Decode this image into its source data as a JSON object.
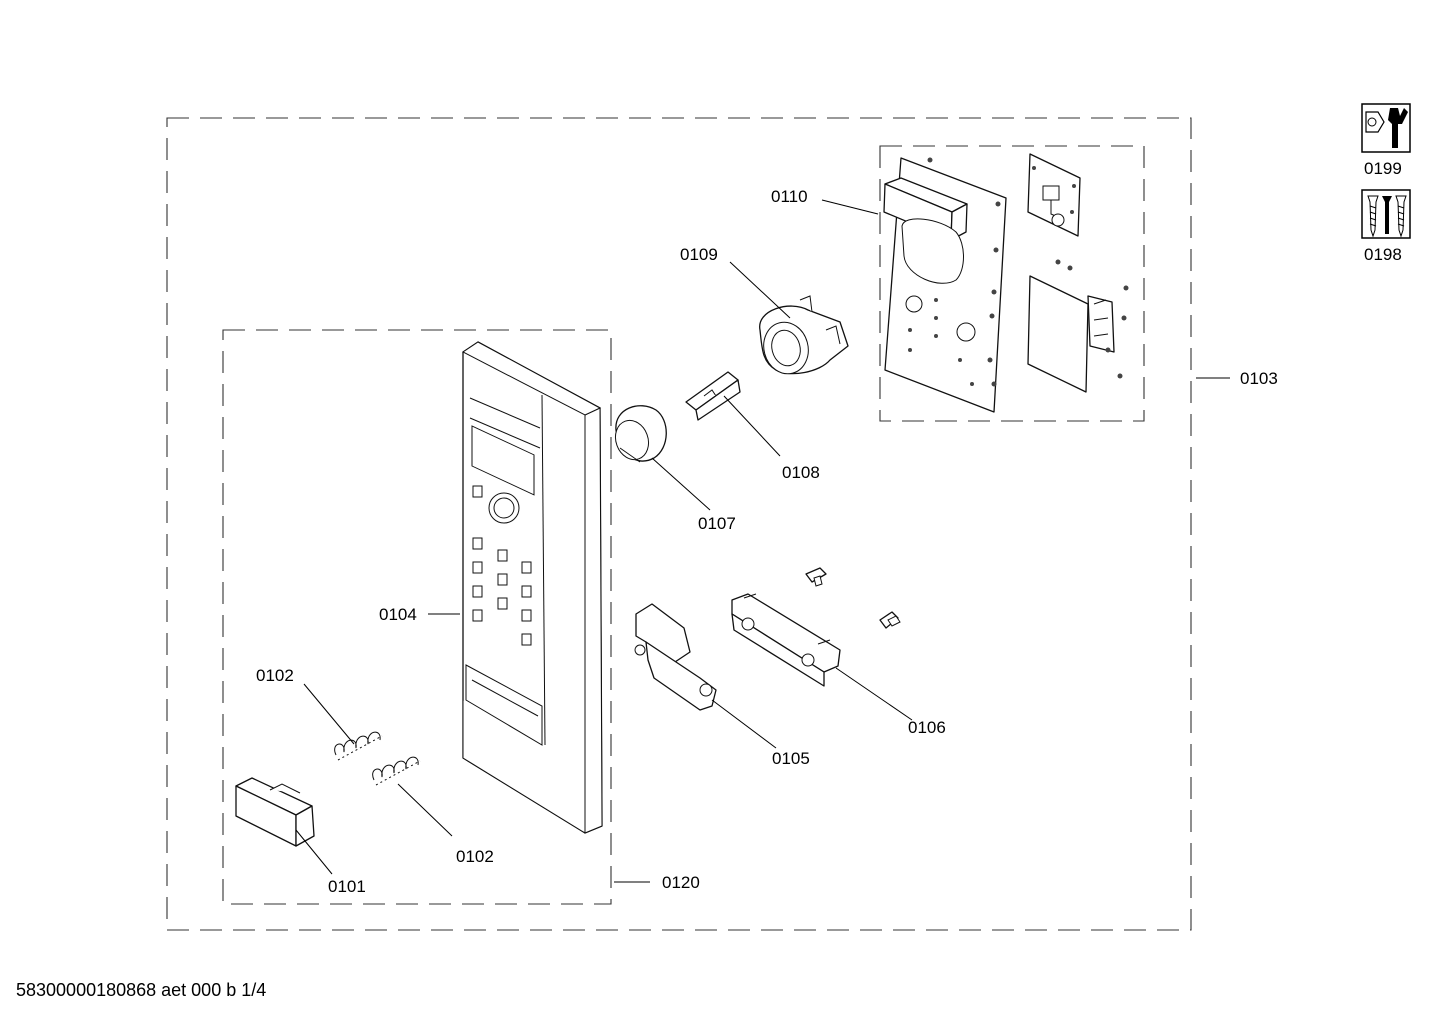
{
  "parts": {
    "p0101": "0101",
    "p0102a": "0102",
    "p0102b": "0102",
    "p0103": "0103",
    "p0104": "0104",
    "p0105": "0105",
    "p0106": "0106",
    "p0107": "0107",
    "p0108": "0108",
    "p0109": "0109",
    "p0110": "0110",
    "p0120": "0120"
  },
  "legend": {
    "tool_icon_label": "0199",
    "screws_icon_label": "0198"
  },
  "footer": {
    "document_id": "58300000180868 aet 000 b 1/4"
  },
  "icons": [
    "wrench-icon",
    "screws-icon"
  ]
}
